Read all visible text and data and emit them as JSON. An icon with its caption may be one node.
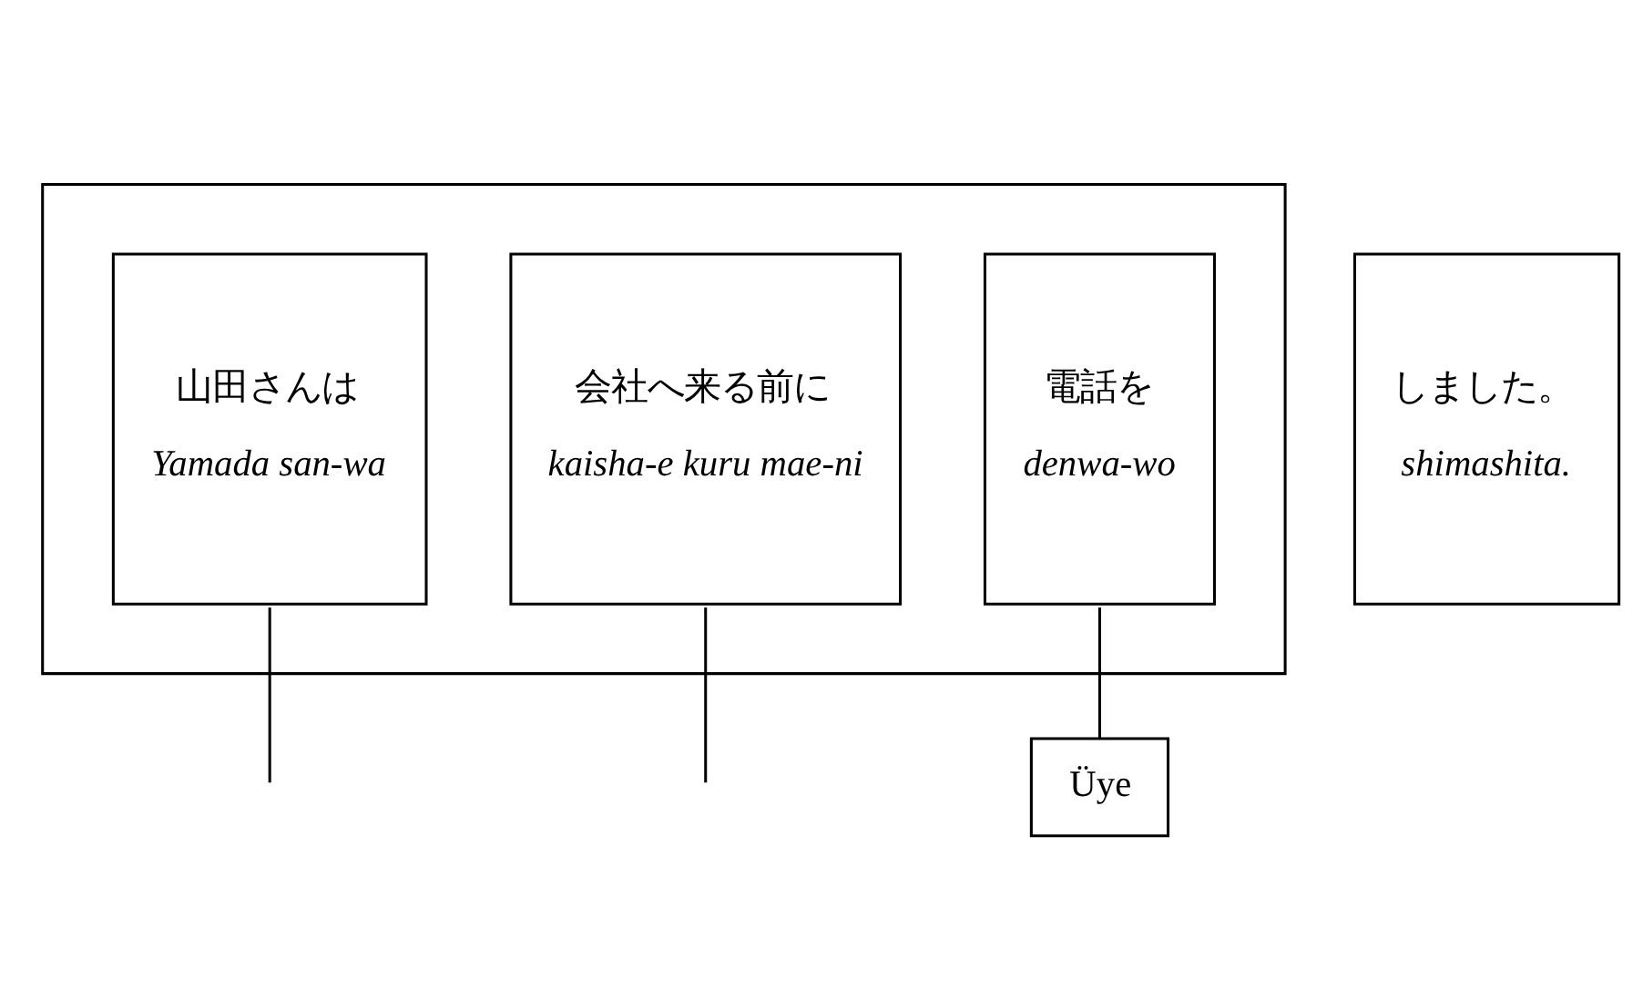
{
  "diagram": {
    "nodes": [
      {
        "text": [],
        "shape": "box"
      },
      {
        "text": [
          "山田さんは",
          "Yamada san-wa"
        ],
        "in": 0
      },
      {
        "text": [
          "会社へ来る前に",
          "kaisha-e kuru mae-ni"
        ],
        "in": 0
      },
      {
        "text": [
          "電話を",
          "denwa-wo"
        ],
        "in": 0
      },
      {
        "text": [
          "しました。",
          "shimashita."
        ]
      },
      {
        "text": [
          "Üye"
        ]
      }
    ],
    "edges": [
      {
        "from": 1,
        "to": null,
        "arrow": "none"
      },
      {
        "from": 2,
        "to": null,
        "arrow": "none"
      },
      {
        "from": 3,
        "to": 5,
        "arrow": "none"
      }
    ]
  }
}
